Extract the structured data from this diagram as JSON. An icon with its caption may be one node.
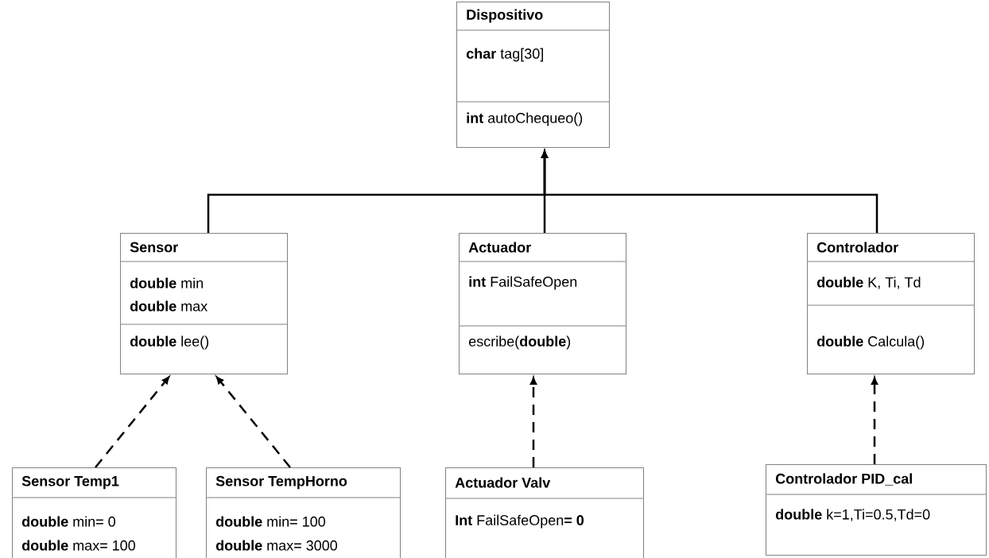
{
  "diagram": {
    "nodes": [
      {
        "text": [
          "Dispositivo",
          "**char** tag[30]",
          "**int** autoChequeo()"
        ]
      },
      {
        "text": [
          "Sensor",
          "**double** min",
          "**double** max",
          "**double** lee()"
        ]
      },
      {
        "text": [
          "Actuador",
          "**int** FailSafeOpen",
          "escribe(**double**)"
        ]
      },
      {
        "text": [
          "Controlador",
          "**double** K, Ti, Td",
          "**double** Calcula()"
        ]
      },
      {
        "text": [
          "Sensor Temp1",
          "**double** min= 0",
          "**double** max= 100"
        ]
      },
      {
        "text": [
          "Sensor TempHorno",
          "**double** min= 100",
          "**double** max= 3000"
        ]
      },
      {
        "text": [
          "Actuador Valv",
          "**Int** FailSafeOpen**= 0**"
        ]
      },
      {
        "text": [
          "Controlador PID_cal",
          "**double** k=1,Ti=0.5,Td=0"
        ]
      }
    ],
    "edges": [
      {
        "from": 1,
        "to": 0,
        "arrow": "to"
      },
      {
        "from": 2,
        "to": 0,
        "arrow": "to"
      },
      {
        "from": 3,
        "to": 0,
        "arrow": "to"
      },
      {
        "from": 4,
        "to": 1,
        "arrow": "to",
        "style": "dashed"
      },
      {
        "from": 5,
        "to": 1,
        "arrow": "to",
        "style": "dashed"
      },
      {
        "from": 6,
        "to": 2,
        "arrow": "to",
        "style": "dashed"
      },
      {
        "from": 7,
        "to": 3,
        "arrow": "to",
        "style": "dashed"
      }
    ]
  }
}
